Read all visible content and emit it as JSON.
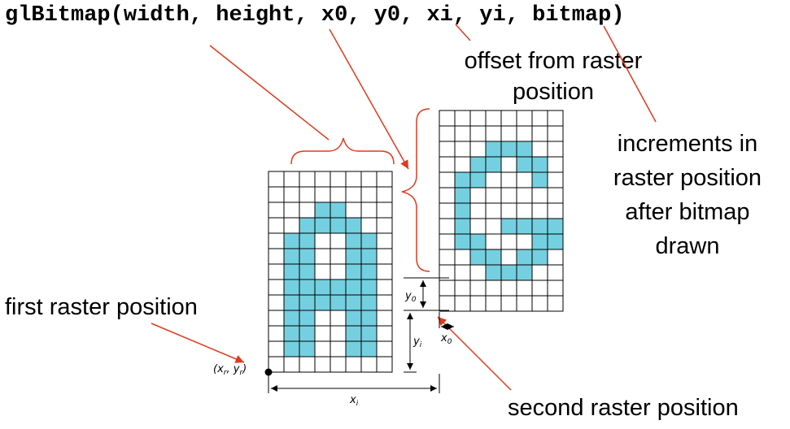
{
  "function_call": "glBitmap(width, height, x0, y0, xi, yi, bitmap)",
  "labels": {
    "offset": "offset from raster position",
    "increments": "increments in raster position after bitmap drawn",
    "first": "first raster position",
    "second": "second raster position"
  },
  "math": {
    "xr": "x",
    "xr_sub": "r",
    "yr": "y",
    "yr_sub": "r",
    "y0": "y",
    "y0_sub": "0",
    "yi": "y",
    "yi_sub": "i",
    "x0": "x",
    "x0_sub": "0",
    "xi": "x",
    "xi_sub": "i"
  },
  "colors": {
    "fill": "#74d0e0",
    "grid": "#000000",
    "arrow": "#e03a1e"
  },
  "bitmap_A": {
    "rows": [
      "00000000",
      "00000000",
      "00011000",
      "00111100",
      "01100110",
      "01100110",
      "01100110",
      "01111110",
      "01111110",
      "01100110",
      "01100110",
      "01100110",
      "00000000"
    ]
  },
  "bitmap_G": {
    "rows": [
      "00000000",
      "00000000",
      "00011100",
      "00110110",
      "01100010",
      "01000000",
      "01000000",
      "01001111",
      "01100011",
      "00110110",
      "00011100",
      "00000000",
      "00000000"
    ]
  }
}
